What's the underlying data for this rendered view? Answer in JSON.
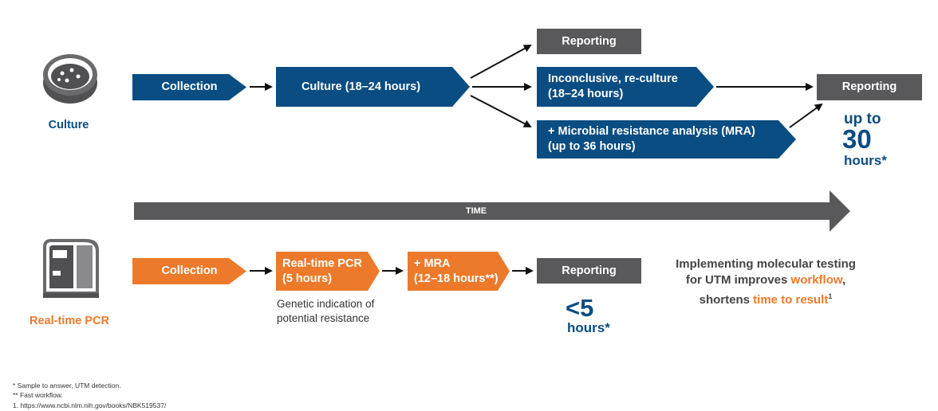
{
  "culture": {
    "label": "Culture",
    "collection": "Collection",
    "culture_step": "Culture (18–24 hours)",
    "reporting_top": "Reporting",
    "inconclusive_line1": "Inconclusive, re-culture",
    "inconclusive_line2": "(18–24 hours)",
    "mra_line1": "+ Microbial resistance analysis (MRA)",
    "mra_line2": "(up to 36 hours)",
    "reporting_final": "Reporting",
    "time_up_to": "up to",
    "time_value": "30",
    "time_unit": "hours*"
  },
  "timeline": {
    "label": "TIME"
  },
  "pcr": {
    "label": "Real-time PCR",
    "collection": "Collection",
    "pcr_line1": "Real-time PCR",
    "pcr_line2": "(5 hours)",
    "mra_line1": "+ MRA",
    "mra_line2": "(12–18 hours**)",
    "reporting": "Reporting",
    "note_line1": "Genetic indication of",
    "note_line2": "potential resistance",
    "time_value": "<5",
    "time_unit": "hours*"
  },
  "message": {
    "line1": "Implementing molecular testing",
    "line2_prefix": "for UTM improves ",
    "line2_highlight": "workflow",
    "line2_suffix": ",",
    "line3_prefix": "shortens ",
    "line3_highlight": "time to result",
    "line3_sup": "1"
  },
  "footnotes": {
    "f1": "* Sample to answer, UTM detection.",
    "f2": "** Fast workflow.",
    "f3": "1. https://www.ncbi.nlm.nih.gov/books/NBK519537/"
  },
  "colors": {
    "blue": "#0a4d82",
    "orange": "#ec7a2a",
    "gray": "#59595b"
  },
  "icons": [
    "petri-dish-icon",
    "pcr-instrument-icon"
  ]
}
